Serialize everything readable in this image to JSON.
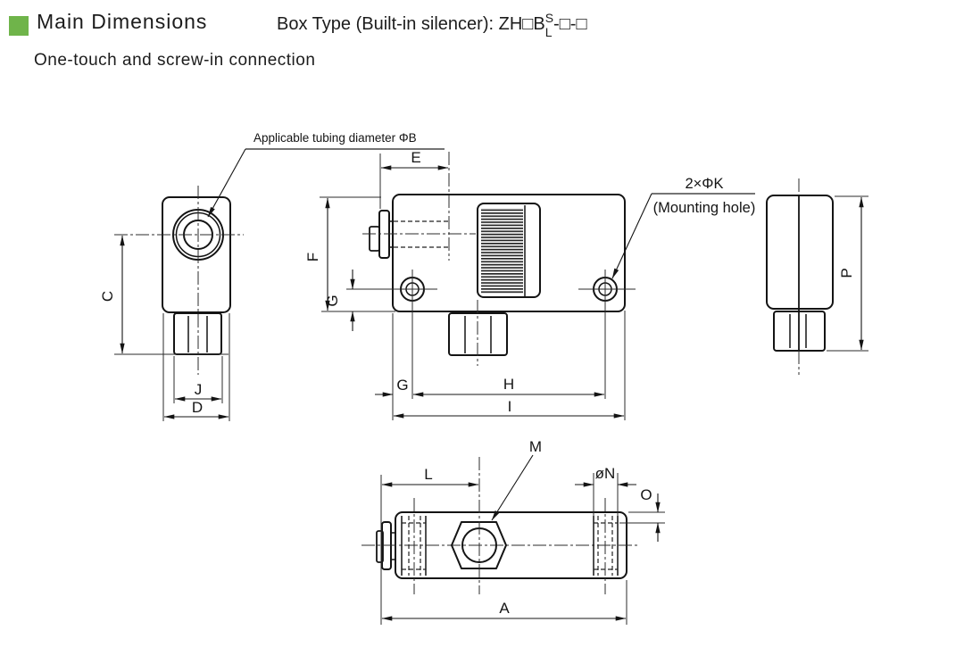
{
  "header": {
    "accent_color": "#6fb44a",
    "title": "Main Dimensions",
    "box_type": {
      "prefix": "Box Type (Built-in silencer): ZH□B",
      "sup": "S",
      "sub": "L",
      "suffix": "-□-□"
    },
    "subtitle": "One-touch and screw-in connection"
  },
  "callouts": {
    "tubing_diameter": "Applicable tubing diameter ΦB",
    "mounting_hole_qty": "2×ΦK",
    "mounting_hole_note": "(Mounting hole)"
  },
  "dims": {
    "A": "A",
    "C": "C",
    "D": "D",
    "E": "E",
    "F": "F",
    "G": "G",
    "H": "H",
    "I": "I",
    "J": "J",
    "L": "L",
    "M": "M",
    "N": "øN",
    "O": "O",
    "P": "P"
  }
}
